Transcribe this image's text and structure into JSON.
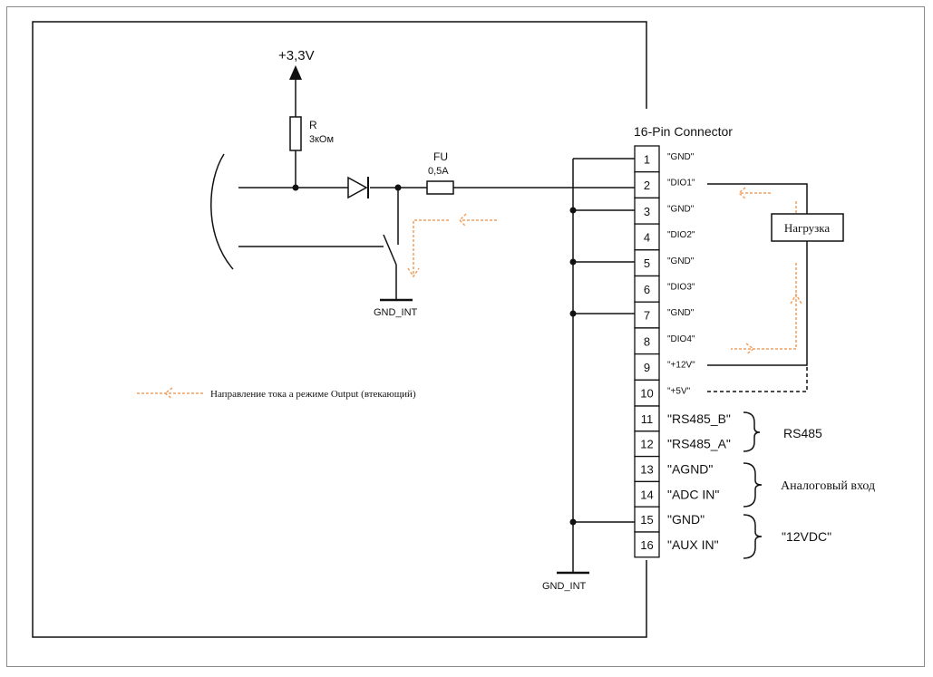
{
  "supply": {
    "label": "+3,3V"
  },
  "resistor": {
    "name": "R",
    "value": "3кОм"
  },
  "fuse": {
    "name": "FU",
    "value": "0,5A"
  },
  "ground_label": "GND_INT",
  "connector": {
    "title": "16-Pin Connector",
    "pins": [
      {
        "number": "1",
        "signal": "\"GND\""
      },
      {
        "number": "2",
        "signal": "\"DIO1\""
      },
      {
        "number": "3",
        "signal": "\"GND\""
      },
      {
        "number": "4",
        "signal": "\"DIO2\""
      },
      {
        "number": "5",
        "signal": "\"GND\""
      },
      {
        "number": "6",
        "signal": "\"DIO3\""
      },
      {
        "number": "7",
        "signal": "\"GND\""
      },
      {
        "number": "8",
        "signal": "\"DIO4\""
      },
      {
        "number": "9",
        "signal": "\"+12V\""
      },
      {
        "number": "10",
        "signal": "\"+5V\""
      },
      {
        "number": "11",
        "signal": "\"RS485_B\""
      },
      {
        "number": "12",
        "signal": "\"RS485_A\""
      },
      {
        "number": "13",
        "signal": "\"AGND\""
      },
      {
        "number": "14",
        "signal": "\"ADC IN\""
      },
      {
        "number": "15",
        "signal": "\"GND\""
      },
      {
        "number": "16",
        "signal": "\"AUX IN\""
      }
    ]
  },
  "load": {
    "label": "Нагрузка"
  },
  "groups": {
    "rs485": "RS485",
    "analog": "Аналоговый вход",
    "power": "\"12VDC\""
  },
  "legend": {
    "text": "Направление тока а режиме Output (втекающий)"
  },
  "colors": {
    "line": "#111111",
    "current_arrow": "#f0a060",
    "frame": "#8a8a8a"
  }
}
